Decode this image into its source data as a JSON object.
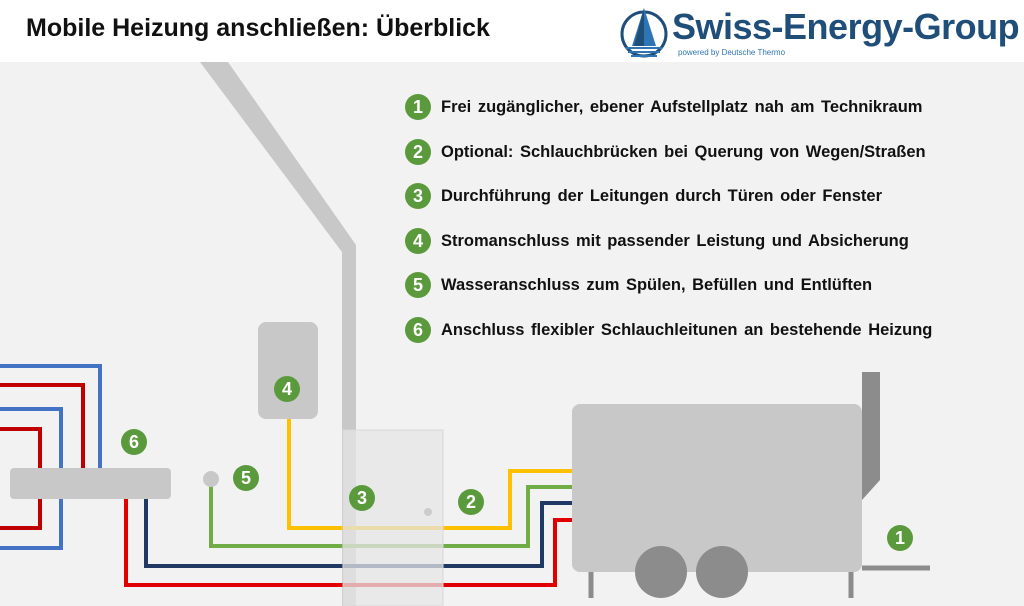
{
  "title": "Mobile Heizung anschließen: Überblick",
  "logo": {
    "name": "Swiss-Energy-Group",
    "tagline": "powered by Deutsche Thermo"
  },
  "legend": [
    {
      "num": "1",
      "text": "Frei zugänglicher, ebener Aufstellplatz nah am Technikraum"
    },
    {
      "num": "2",
      "text": "Optional: Schlauchbrücken bei Querung von Wegen/Straßen"
    },
    {
      "num": "3",
      "text": "Durchführung der Leitungen durch Türen oder Fenster"
    },
    {
      "num": "4",
      "text": "Stromanschluss mit passender Leistung und Absicherung"
    },
    {
      "num": "5",
      "text": "Wasseranschluss zum Spülen, Befüllen und Entlüften"
    },
    {
      "num": "6",
      "text": "Anschluss flexibler Schlauchleitunen an bestehende Heizung"
    }
  ],
  "colors": {
    "badge": "#5b9a3c",
    "supply": "#e00000",
    "return": "#1f3864",
    "water": "#70ad47",
    "power": "#ffc000",
    "heating_blue": "#4472c4",
    "heating_red": "#c00000"
  }
}
